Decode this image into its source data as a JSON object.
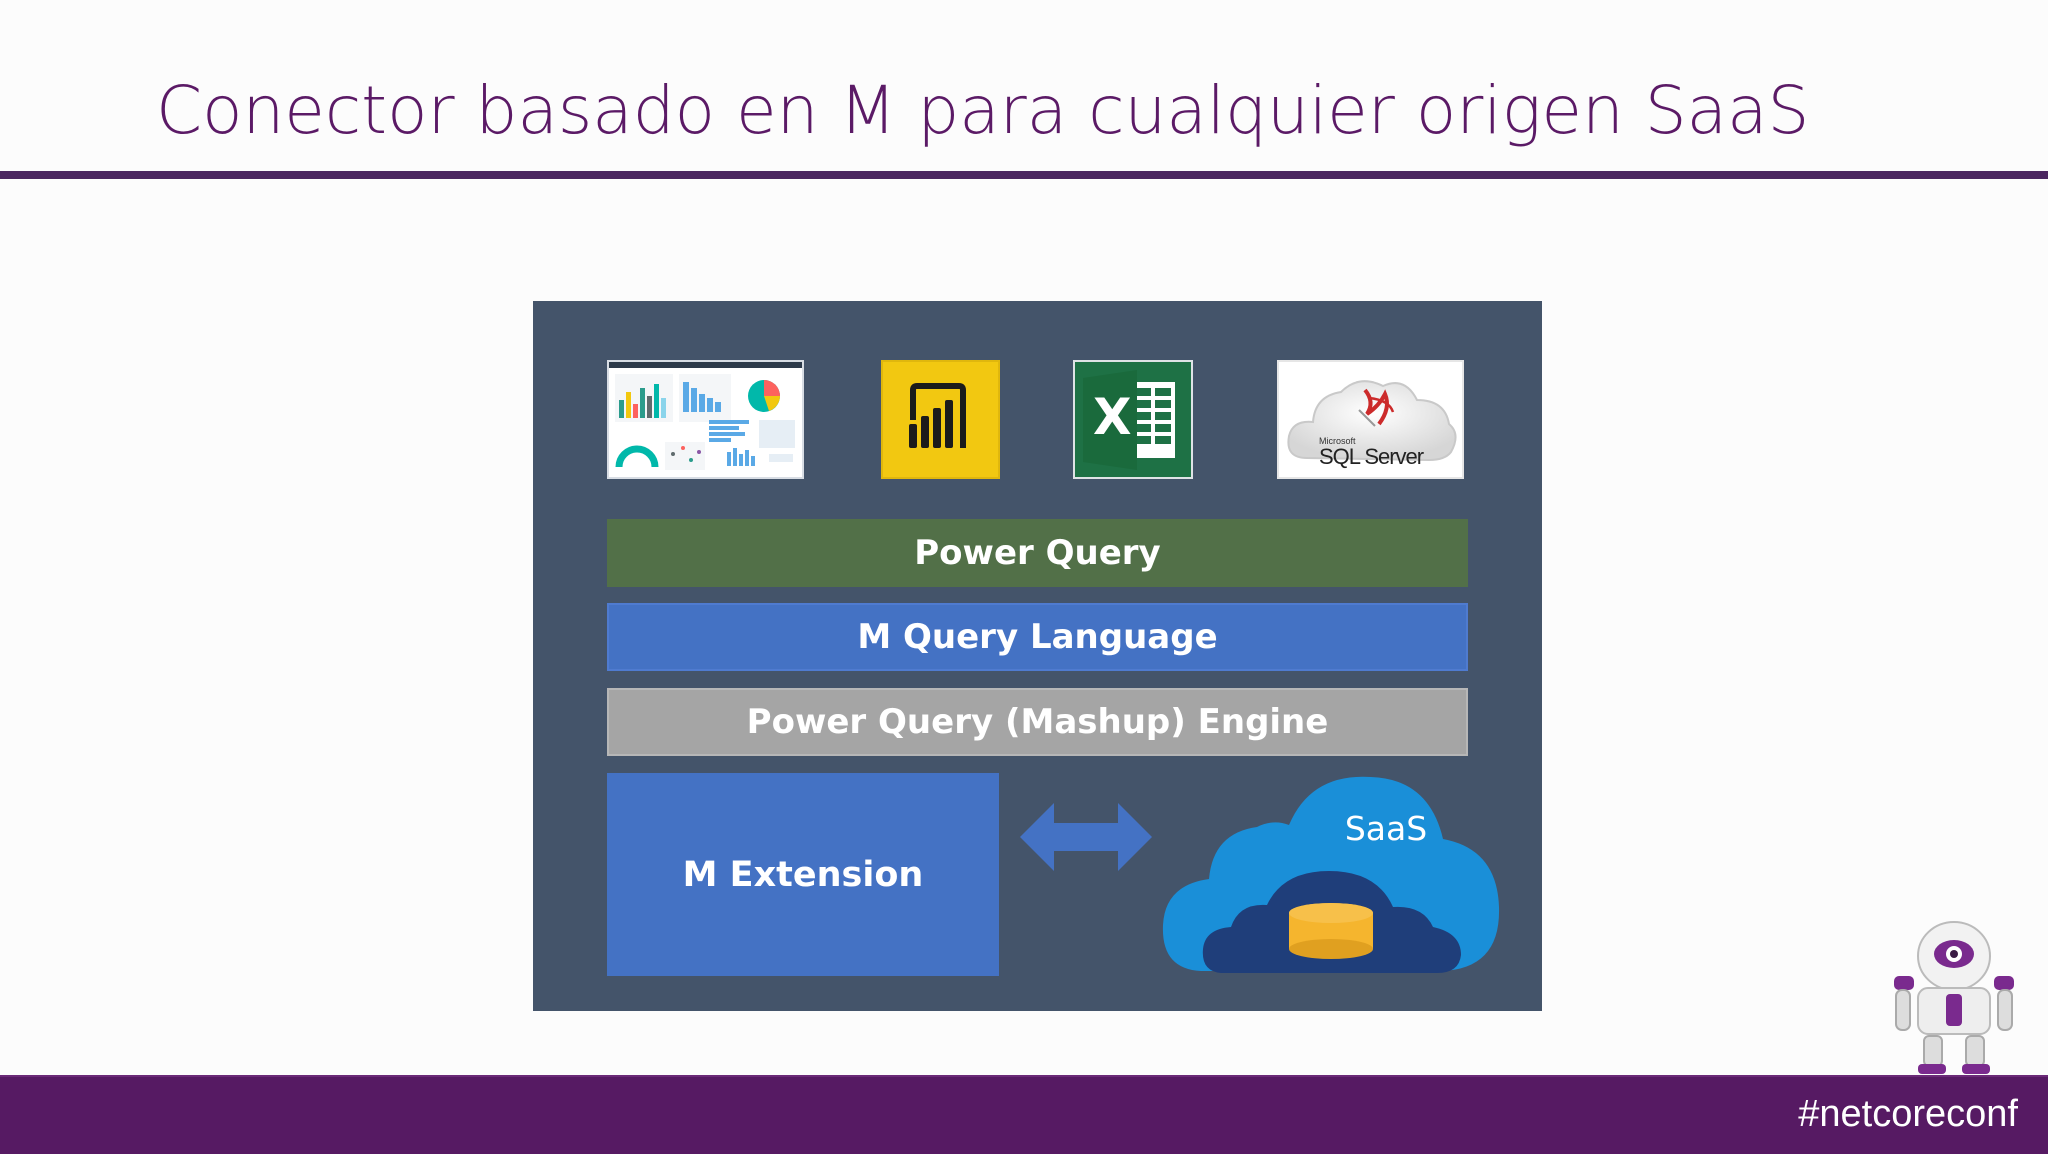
{
  "title": "Conector basado en M para cualquier origen SaaS",
  "apps": [
    {
      "name": "dashboard",
      "icon": "dashboard-screenshot-icon"
    },
    {
      "name": "power-bi",
      "icon": "power-bi-icon"
    },
    {
      "name": "excel",
      "icon": "excel-icon",
      "letter": "X"
    },
    {
      "name": "sql-server",
      "icon": "sql-server-icon",
      "brand_small": "Microsoft",
      "brand": "SQL Server"
    }
  ],
  "layers": {
    "power_query": "Power Query",
    "m_query_language": "M Query Language",
    "engine": "Power Query (Mashup) Engine"
  },
  "m_extension": "M Extension",
  "saas": "SaaS",
  "footer": {
    "hashtag": "#netcoreconf"
  },
  "colors": {
    "title": "#5b1a66",
    "rule": "#4b2660",
    "diagram_bg": "#44546a",
    "power_query": "#527048",
    "m_query": "#4472c4",
    "engine": "#a5a5a5",
    "cloud": "#1a8fd8",
    "cloud_dark": "#1f3e7a",
    "database": "#f5b52e",
    "footer": "#561a63"
  }
}
